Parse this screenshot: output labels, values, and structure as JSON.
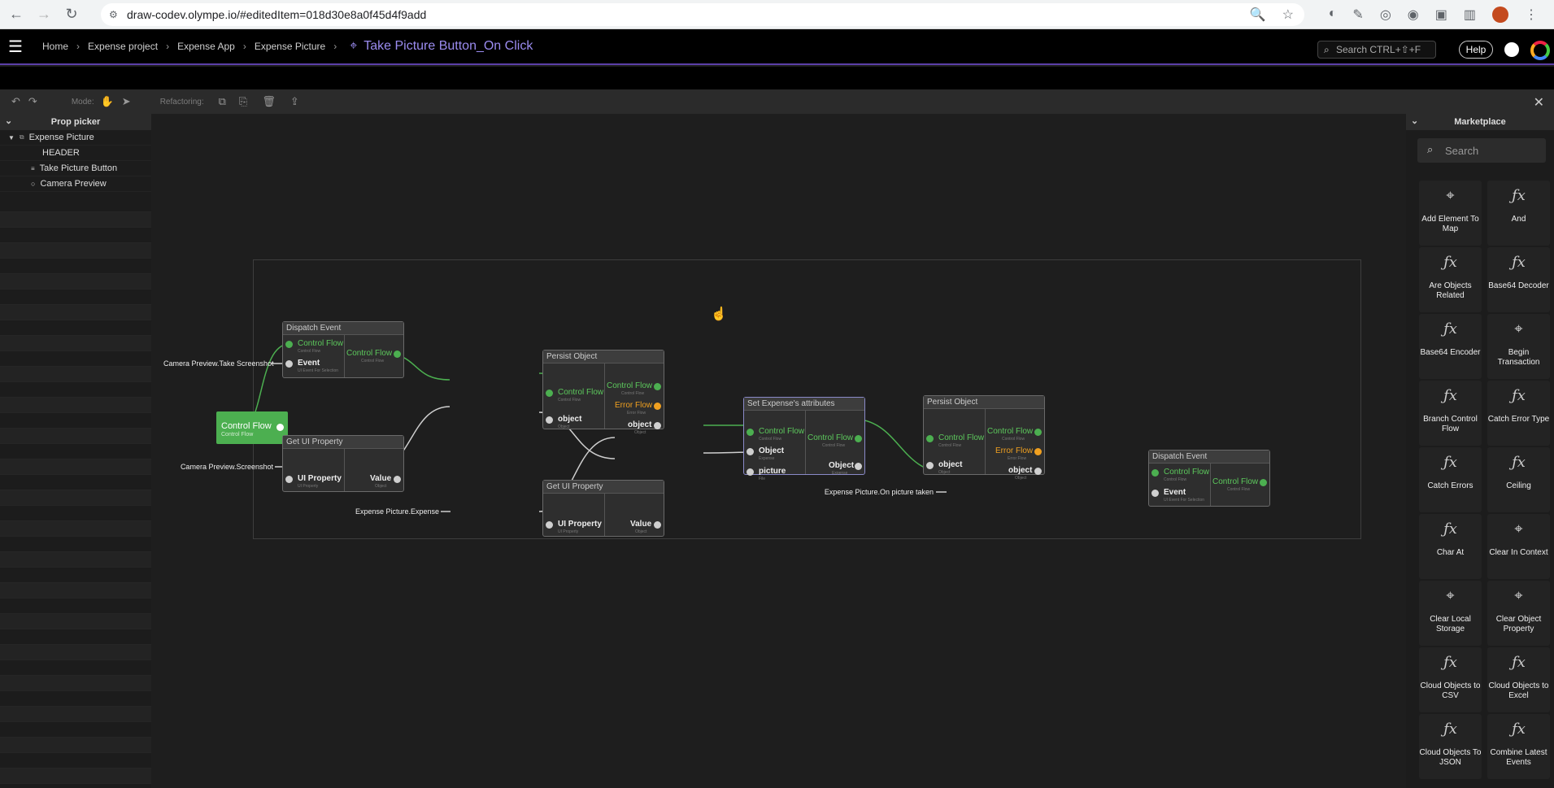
{
  "browser": {
    "url": "draw-codev.olympe.io/#editedItem=018d30e8a0f45d4f9add"
  },
  "header": {
    "breadcrumbs": [
      "Home",
      "Expense project",
      "Expense App",
      "Expense Picture"
    ],
    "title": "Take Picture Button_On Click",
    "search_placeholder": "Search CTRL+⇧+F",
    "help_label": "Help"
  },
  "toolbar": {
    "mode_label": "Mode:",
    "refactoring_label": "Refactoring:"
  },
  "prop_picker": {
    "title": "Prop picker",
    "items": [
      {
        "label": "Expense Picture",
        "indent": 0
      },
      {
        "label": "HEADER",
        "indent": 2
      },
      {
        "label": "Take Picture Button",
        "indent": 1
      },
      {
        "label": "Camera Preview",
        "indent": 1
      }
    ]
  },
  "graph": {
    "start_node": {
      "label": "Control Flow",
      "sub": "Control Flow"
    },
    "external_inputs": {
      "take_screenshot": "Camera Preview.Take Screenshot",
      "screenshot": "Camera Preview.Screenshot",
      "expense": "Expense Picture.Expense",
      "picture_taken": "Expense Picture.On picture taken"
    },
    "nodes": {
      "dispatch1": {
        "title": "Dispatch Event",
        "in1": "Control Flow",
        "in1_sub": "Control Flow",
        "in2": "Event",
        "in2_sub": "UI Event For Selection",
        "out1": "Control Flow",
        "out1_sub": "Control Flow"
      },
      "getui1": {
        "title": "Get UI Property",
        "in1": "UI Property",
        "in1_sub": "UI Property",
        "out1": "Value",
        "out1_sub": "Object"
      },
      "persist1": {
        "title": "Persist Object",
        "in1": "Control Flow",
        "in1_sub": "Control Flow",
        "in2": "object",
        "in2_sub": "Object",
        "out1": "Control Flow",
        "out1_sub": "Control Flow",
        "out2": "Error Flow",
        "out2_sub": "Error Flow",
        "out3": "object",
        "out3_sub": "Object"
      },
      "getui2": {
        "title": "Get UI Property",
        "in1": "UI Property",
        "in1_sub": "UI Property",
        "out1": "Value",
        "out1_sub": "Object"
      },
      "setattr": {
        "title": "Set Expense's attributes",
        "in1": "Control Flow",
        "in1_sub": "Control Flow",
        "in2": "Object",
        "in2_sub": "Expense",
        "in3": "picture",
        "in3_sub": "File",
        "out1": "Control Flow",
        "out1_sub": "Control Flow",
        "out2": "Object",
        "out2_sub": "Expense"
      },
      "persist2": {
        "title": "Persist Object",
        "in1": "Control Flow",
        "in1_sub": "Control Flow",
        "in2": "object",
        "in2_sub": "Object",
        "out1": "Control Flow",
        "out1_sub": "Control Flow",
        "out2": "Error Flow",
        "out2_sub": "Error Flow",
        "out3": "object",
        "out3_sub": "Object"
      },
      "dispatch2": {
        "title": "Dispatch Event",
        "in1": "Control Flow",
        "in1_sub": "Control Flow",
        "in2": "Event",
        "in2_sub": "UI Event For Selection",
        "out1": "Control Flow",
        "out1_sub": "Control Flow"
      }
    }
  },
  "marketplace": {
    "title": "Marketplace",
    "search_placeholder": "Search",
    "items": [
      {
        "name": "Add Element To Map",
        "icon": "cursor-click-icon"
      },
      {
        "name": "And",
        "icon": "fx-icon"
      },
      {
        "name": "Are Objects Related",
        "icon": "fx-icon"
      },
      {
        "name": "Base64 Decoder",
        "icon": "fx-icon"
      },
      {
        "name": "Base64 Encoder",
        "icon": "fx-icon"
      },
      {
        "name": "Begin Transaction",
        "icon": "cursor-click-icon"
      },
      {
        "name": "Branch Control Flow",
        "icon": "fx-icon"
      },
      {
        "name": "Catch Error Type",
        "icon": "fx-icon"
      },
      {
        "name": "Catch Errors",
        "icon": "fx-icon"
      },
      {
        "name": "Ceiling",
        "icon": "fx-icon"
      },
      {
        "name": "Char At",
        "icon": "fx-icon"
      },
      {
        "name": "Clear In Context",
        "icon": "cursor-click-icon"
      },
      {
        "name": "Clear Local Storage",
        "icon": "cursor-click-icon"
      },
      {
        "name": "Clear Object Property",
        "icon": "cursor-click-icon"
      },
      {
        "name": "Cloud Objects to CSV",
        "icon": "fx-icon"
      },
      {
        "name": "Cloud Objects to Excel",
        "icon": "fx-icon"
      },
      {
        "name": "Cloud Objects To JSON",
        "icon": "fx-icon"
      },
      {
        "name": "Combine Latest Events",
        "icon": "fx-icon"
      }
    ]
  }
}
